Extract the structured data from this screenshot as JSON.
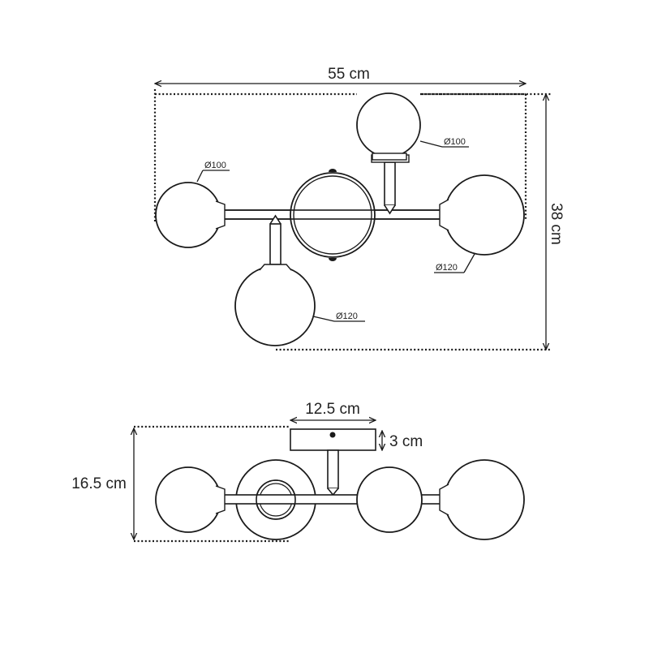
{
  "top_view": {
    "width_label": "55 cm",
    "height_label": "38 cm",
    "diameters": {
      "top_globe": "Ø100",
      "left_globe": "Ø100",
      "right_globe": "Ø120",
      "bottom_globe": "Ø120"
    }
  },
  "side_view": {
    "canopy_width_label": "12.5 cm",
    "canopy_height_label": "3 cm",
    "total_height_label": "16.5 cm"
  }
}
